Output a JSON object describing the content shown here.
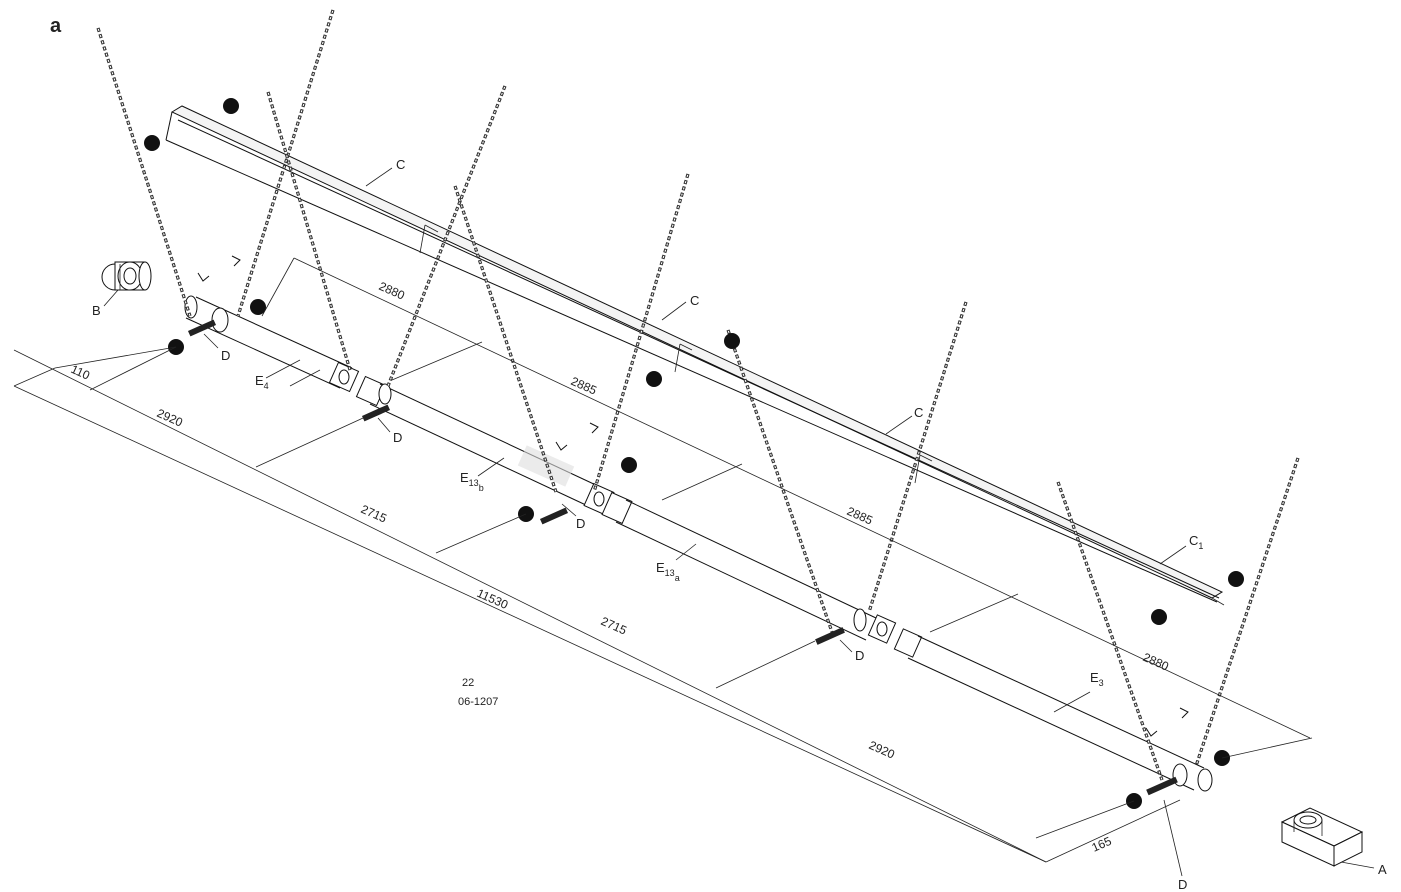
{
  "panel_label": "a",
  "parts": {
    "C": "C",
    "C1_main": "C",
    "C1_sub": "1",
    "B": "B",
    "A": "A",
    "D": "D",
    "E4_main": "E",
    "E4_sub": "4",
    "E13b_main": "E",
    "E13b_sub": "13",
    "E13b_sub2": "b",
    "E13a_main": "E",
    "E13a_sub": "13",
    "E13a_sub2": "a",
    "E3_main": "E",
    "E3_sub": "3"
  },
  "dimensions": {
    "d110": "110",
    "d2920a": "2920",
    "d2715a": "2715",
    "d11530": "11530",
    "d2715b": "2715",
    "d2920b": "2920",
    "d165": "165",
    "d2880a": "2880",
    "d2885a": "2885",
    "d2885b": "2885",
    "d2880b": "2880"
  },
  "note": {
    "line1": "22",
    "line2": "06-1207"
  }
}
